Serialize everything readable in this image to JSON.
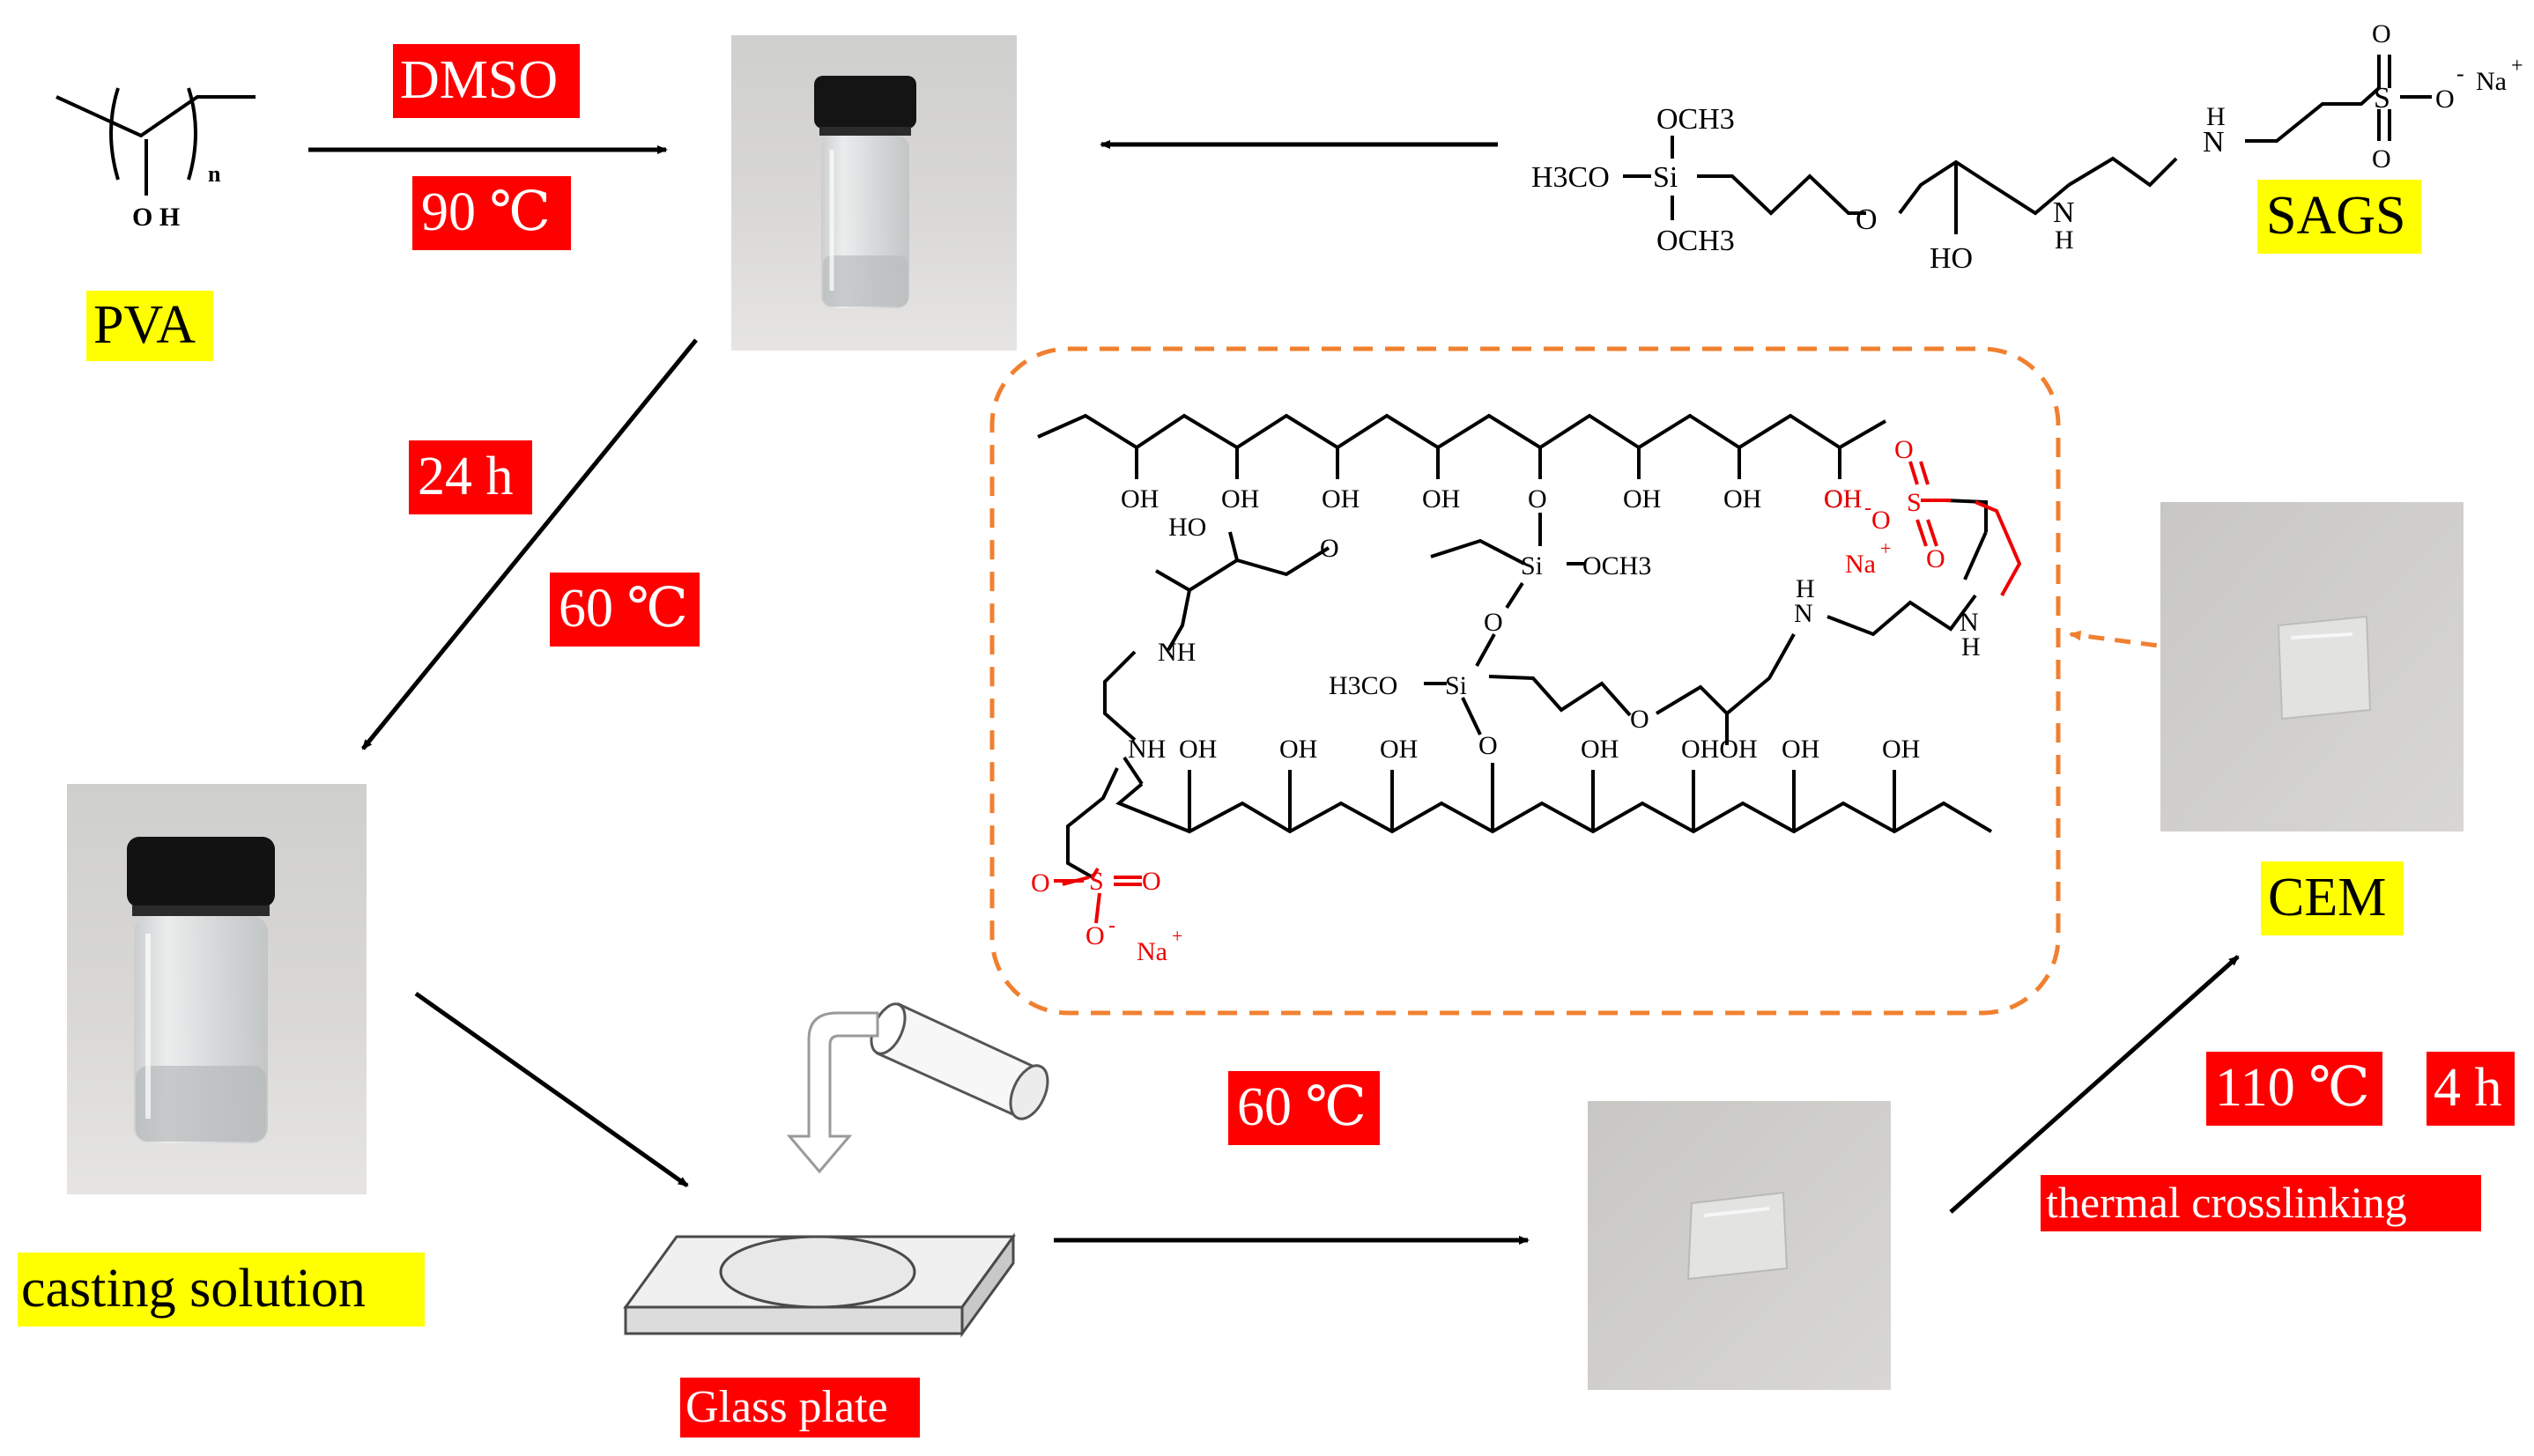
{
  "colors": {
    "red_label_bg": "#ff0000",
    "yellow_label_bg": "#ffff00",
    "crosslink_box": "#f08030",
    "sulfonate_group": "#ee0000"
  },
  "labels": {
    "dmso": "DMSO",
    "temp_90": "90 ℃",
    "pva": "PVA",
    "sags": "SAGS",
    "time_24h": "24 h",
    "temp_60_a": "60 ℃",
    "casting_solution": "casting solution",
    "glass_plate": "Glass plate",
    "temp_60_b": "60 ℃",
    "temp_110": "110 ℃",
    "time_4h": "4 h",
    "thermal_crosslinking": "thermal crosslinking",
    "cem": "CEM"
  },
  "chem": {
    "pva_oh": "O H",
    "pva_n": "n",
    "sags_och3_top": "OCH3",
    "sags_h3co": "H3CO",
    "sags_si": "Si",
    "sags_och3_bottom": "OCH3",
    "sags_o": "O",
    "sags_ho": "HO",
    "sags_nh_n": "N",
    "sags_nh_h": "H",
    "sags_n2_h": "H",
    "sags_n2_n": "N",
    "sags_s": "S",
    "sags_o_top": "O",
    "sags_o_bottom": "O",
    "sags_o_minus": "O",
    "sags_minus": "-",
    "sags_na": "Na",
    "sags_plus": "+",
    "oh": "OH",
    "ho": "HO",
    "o": "O",
    "si": "Si",
    "och3": "OCH3",
    "h3co": "H3CO",
    "nh": "NH",
    "n": "N",
    "h": "H",
    "s": "S",
    "na": "Na",
    "plus": "+",
    "minus": "-",
    "ohoh": "OHOH"
  },
  "icons": {
    "vial_1": "glass-vial-photo",
    "vial_2": "glass-vial-photo",
    "membrane_1": "membrane-photo",
    "membrane_2": "membrane-photo",
    "glass_plate": "glass-plate-icon",
    "pour_vial": "tilted-vial-icon"
  }
}
